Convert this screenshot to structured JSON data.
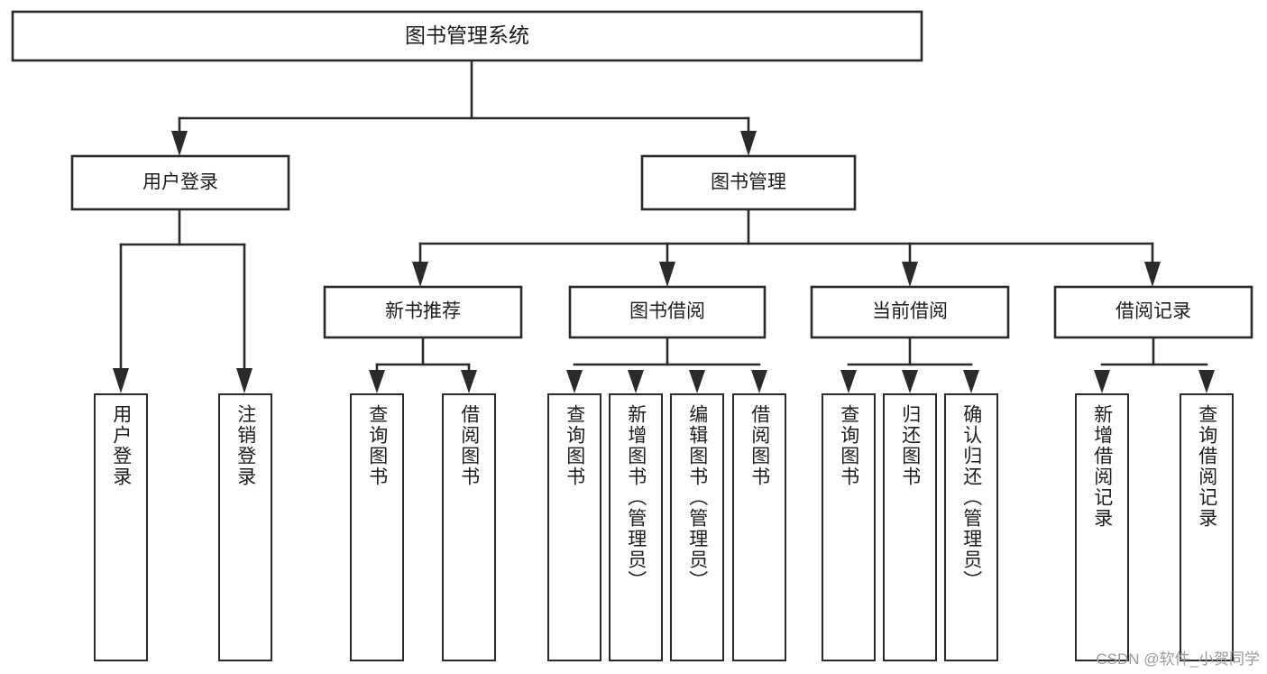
{
  "diagram": {
    "type": "tree",
    "title": "图书管理系统",
    "root": {
      "id": "root",
      "label": "图书管理系统"
    },
    "level2": [
      {
        "id": "user-login",
        "label": "用户登录"
      },
      {
        "id": "book-manage",
        "label": "图书管理"
      }
    ],
    "level3": [
      {
        "id": "new-book-recommend",
        "label": "新书推荐"
      },
      {
        "id": "book-borrow",
        "label": "图书借阅"
      },
      {
        "id": "current-borrow",
        "label": "当前借阅"
      },
      {
        "id": "borrow-record",
        "label": "借阅记录"
      }
    ],
    "leaves": [
      {
        "id": "leaf-user-login",
        "label": "用户登录",
        "parent": "user-login"
      },
      {
        "id": "leaf-logout-login",
        "label": "注销登录",
        "parent": "user-login"
      },
      {
        "id": "leaf-query-book-1",
        "label": "查询图书",
        "parent": "new-book-recommend"
      },
      {
        "id": "leaf-borrow-book-1",
        "label": "借阅图书",
        "parent": "new-book-recommend"
      },
      {
        "id": "leaf-query-book-2",
        "label": "查询图书",
        "parent": "book-borrow"
      },
      {
        "id": "leaf-add-book",
        "label": "新增图书（管理员）",
        "parent": "book-borrow"
      },
      {
        "id": "leaf-edit-book",
        "label": "编辑图书（管理员）",
        "parent": "book-borrow"
      },
      {
        "id": "leaf-borrow-book-2",
        "label": "借阅图书",
        "parent": "book-borrow"
      },
      {
        "id": "leaf-query-book-3",
        "label": "查询图书",
        "parent": "current-borrow"
      },
      {
        "id": "leaf-return-book",
        "label": "归还图书",
        "parent": "current-borrow"
      },
      {
        "id": "leaf-confirm-return",
        "label": "确认归还（管理员）",
        "parent": "current-borrow"
      },
      {
        "id": "leaf-add-record",
        "label": "新增借阅记录",
        "parent": "borrow-record"
      },
      {
        "id": "leaf-query-record",
        "label": "查询借阅记录",
        "parent": "borrow-record"
      }
    ],
    "colors": {
      "stroke": "#2a2a2a",
      "fill": "#ffffff",
      "text": "#1d1d1d",
      "watermark": "#9a9a9a"
    }
  },
  "watermark": {
    "text": "CSDN @软件_小贺同学"
  }
}
